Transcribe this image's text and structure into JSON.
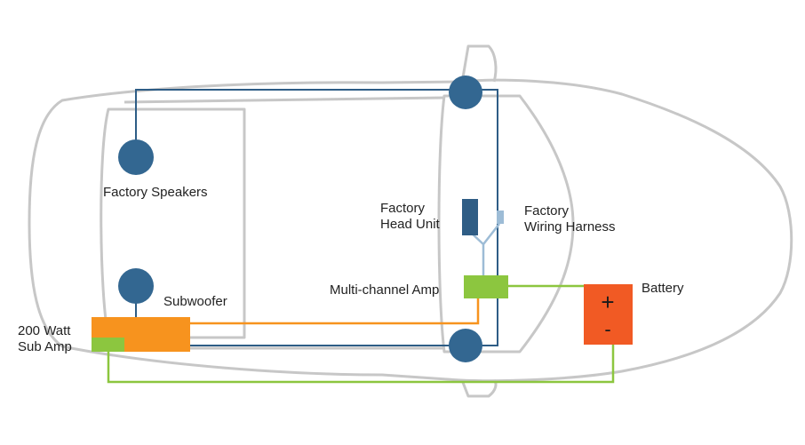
{
  "labels": {
    "factory_speakers": "Factory Speakers",
    "factory_head_unit": [
      "Factory",
      "Head Unit"
    ],
    "factory_wiring_harness": [
      "Factory",
      "Wiring Harness"
    ],
    "multi_channel_amp": "Multi-channel Amp",
    "subwoofer": "Subwoofer",
    "sub_amp": [
      "200 Watt",
      "Sub Amp"
    ],
    "battery": "Battery",
    "battery_plus": "+",
    "battery_minus": "-"
  },
  "colors": {
    "car_outline": "#c7c7c7",
    "speaker_wire": "#2e5d86",
    "speaker": "#336791",
    "head_unit": "#2f5d85",
    "harness": "#9dbcd6",
    "multi_amp": "#8cc63f",
    "power_wire": "#8cc63f",
    "sub_amp": "#f7931e",
    "signal_wire": "#f7931e",
    "battery": "#f15a24",
    "terminal": "#1a1a1a"
  }
}
